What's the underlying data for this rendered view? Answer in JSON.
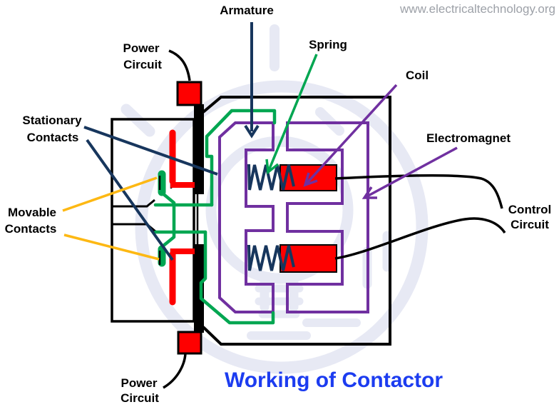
{
  "watermark_url": "www.electricaltechnology.org",
  "title": "Working of Contactor",
  "labels": {
    "armature": "Armature",
    "power_top_1": "Power",
    "power_top_2": "Circuit",
    "stationary_1": "Stationary",
    "stationary_2": "Contacts",
    "movable_1": "Movable",
    "movable_2": "Contacts",
    "spring": "Spring",
    "coil": "Coil",
    "electromagnet": "Electromagnet",
    "control_1": "Control",
    "control_2": "Circuit",
    "power_bottom_1": "Power",
    "power_bottom_2": "Circuit"
  },
  "colors": {
    "title_blue": "#1c3cf0",
    "pointer_navy": "#17365d",
    "pointer_yellow": "#fdb813",
    "carrier_green": "#00a651",
    "core_purple": "#7030a0",
    "contact_red": "#fe0000",
    "spring_navy": "#17365d",
    "watermark_lavender": "#e7e9f4",
    "watermark_text_gray": "#9da1a8",
    "outline_black": "#000000"
  }
}
